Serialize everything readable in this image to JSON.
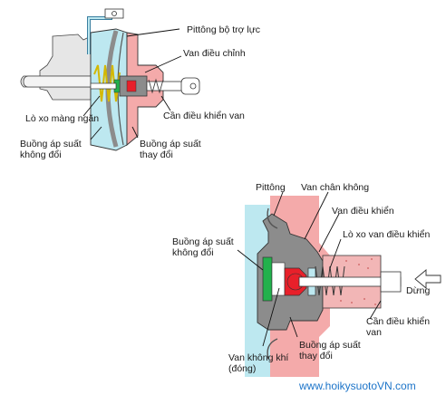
{
  "top_diagram": {
    "labels": {
      "booster_piston": "Pittông bộ trợ lực",
      "control_valve": "Van điều chỉnh",
      "valve_operating_rod": "Cần điều khiển van",
      "diaphragm_spring": "Lò xo màng ngăn",
      "constant_pressure_chamber_1": "Buồng áp suất",
      "constant_pressure_chamber_2": "không đổi",
      "variable_pressure_chamber_1": "Buồng áp suất",
      "variable_pressure_chamber_2": "thay đổi"
    }
  },
  "bottom_diagram": {
    "labels": {
      "piston": "Pittông",
      "vacuum_valve": "Van chân không",
      "control_valve": "Van điều khiển",
      "control_valve_spring": "Lò xo van điều khiển",
      "constant_pressure_chamber_1": "Buồng áp suất",
      "constant_pressure_chamber_2": "không đổi",
      "stop": "Dừng",
      "valve_operating_rod_1": "Cần điều khiển",
      "valve_operating_rod_2": "van",
      "air_valve_1": "Van không khí",
      "air_valve_2": "(đóng)",
      "variable_pressure_chamber_1": "Buồng áp suất",
      "variable_pressure_chamber_2": "thay đổi"
    }
  },
  "watermark": "www.hoikysuotoVN.com",
  "colors": {
    "constant_chamber": "#bde8f0",
    "variable_chamber": "#f4aaaa",
    "housing_gray": "#8c8c8c",
    "light_gray": "#d9d9d9",
    "piston_red": "#e8202a",
    "valve_green": "#22b14c",
    "spring_yellow": "#f0e020",
    "watermark_blue": "#1c74c9"
  }
}
